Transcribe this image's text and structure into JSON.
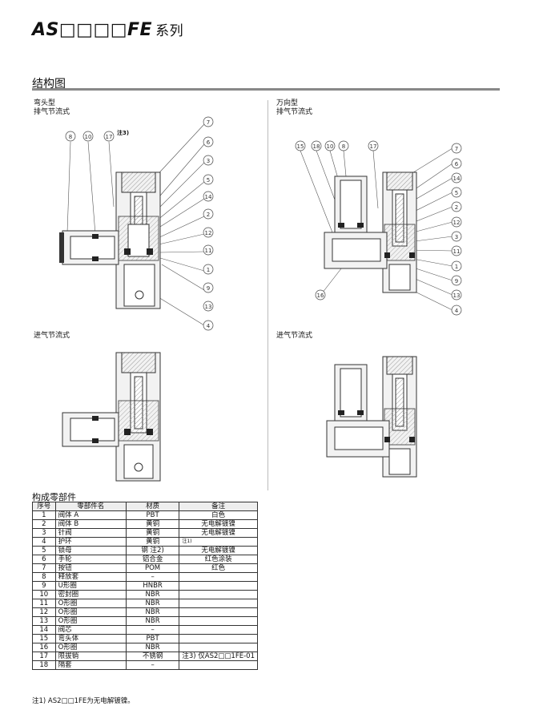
{
  "header": {
    "model_prefix": "AS□□□□FE",
    "model_suffix": "系列"
  },
  "section": {
    "title": "结构图"
  },
  "diagrams": {
    "top_left": {
      "title_line1": "弯头型",
      "title_line2": "排气节流式",
      "note": "注3)"
    },
    "top_right": {
      "title_line1": "万向型",
      "title_line2": "排气节流式"
    },
    "bottom_left": {
      "title": "进气节流式"
    },
    "bottom_right": {
      "title": "进气节流式"
    }
  },
  "parts_table": {
    "title": "构成零部件",
    "headers": [
      "序号",
      "零部件名",
      "材质",
      "备注"
    ],
    "rows": [
      [
        "1",
        "阀体 A",
        "PBT",
        "白色"
      ],
      [
        "2",
        "阀体 B",
        "黄铜",
        "无电解镀镍"
      ],
      [
        "3",
        "针阀",
        "黄铜",
        "无电解镀镍"
      ],
      [
        "4",
        "护环",
        "黄铜",
        "注1)"
      ],
      [
        "5",
        "锁母",
        "钢 注2)",
        "无电解镀镍"
      ],
      [
        "6",
        "手轮",
        "铝合金",
        "红色涂装"
      ],
      [
        "7",
        "按钮",
        "POM",
        "红色"
      ],
      [
        "8",
        "释放套",
        "–",
        ""
      ],
      [
        "9",
        "U形圈",
        "HNBR",
        ""
      ],
      [
        "10",
        "密封圈",
        "NBR",
        ""
      ],
      [
        "11",
        "O形圈",
        "NBR",
        ""
      ],
      [
        "12",
        "O形圈",
        "NBR",
        ""
      ],
      [
        "13",
        "O形圈",
        "NBR",
        ""
      ],
      [
        "14",
        "阀芯",
        "–",
        ""
      ],
      [
        "15",
        "弯头体",
        "PBT",
        ""
      ],
      [
        "16",
        "O形圈",
        "NBR",
        ""
      ],
      [
        "17",
        "限拔销",
        "不锈钢",
        "注3) 仅AS2□□1FE-01"
      ],
      [
        "18",
        "隔套",
        "–",
        ""
      ]
    ]
  },
  "footnote": "注1) AS2□□1FE为无电解镀镍。"
}
